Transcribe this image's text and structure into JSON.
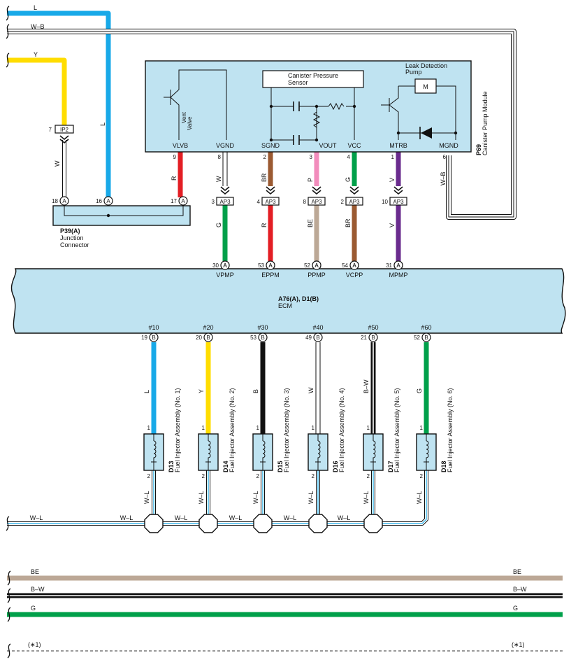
{
  "colors": {
    "L": "#18a9e8",
    "Y": "#ffdd00",
    "R": "#e31e24",
    "BR": "#9b5a32",
    "P": "#f28cbc",
    "G": "#00a04a",
    "V": "#6a2c8e",
    "BE": "#bca896",
    "B": "#111111",
    "W": "#ffffff",
    "module_fill": "#bfe3f1"
  },
  "top_wires": {
    "l_label": "L",
    "wb_label": "W–B",
    "y_label": "Y"
  },
  "connector_ip2": {
    "pin": "7",
    "name": "IP2",
    "wire": "W"
  },
  "junction": {
    "code": "P39(A)",
    "name_line1": "Junction",
    "name_line2": "Connector",
    "pins": [
      {
        "num": "18",
        "letter": "A"
      },
      {
        "num": "16",
        "letter": "A"
      },
      {
        "num": "17",
        "letter": "A"
      }
    ],
    "vert_label": "L"
  },
  "pump_module": {
    "code": "P69",
    "name": "Canister Pump Module",
    "sensor_line1": "Canister Pressure",
    "sensor_line2": "Sensor",
    "pump_line1": "Leak Detection",
    "pump_line2": "Pump",
    "vent_line1": "Vent",
    "vent_line2": "Valve",
    "motor": "M",
    "terminals": [
      "VLVB",
      "VGND",
      "SGND",
      "VOUT",
      "VCC",
      "MTRB",
      "MGND"
    ],
    "pins": [
      "9",
      "8",
      "2",
      "3",
      "4",
      "1",
      "6"
    ],
    "wires": [
      "R",
      "W",
      "BR",
      "P",
      "G",
      "V",
      "W–B"
    ]
  },
  "ap3": {
    "name": "AP3",
    "pins": [
      "3",
      "4",
      "8",
      "2",
      "10"
    ],
    "wires_below": [
      "G",
      "R",
      "BE",
      "BR",
      "V"
    ]
  },
  "ecm": {
    "code": "A76(A), D1(B)",
    "name": "ECM",
    "top_pins": [
      {
        "num": "30",
        "letter": "A",
        "label": "VPMP"
      },
      {
        "num": "53",
        "letter": "A",
        "label": "EPPM"
      },
      {
        "num": "52",
        "letter": "A",
        "label": "PPMP"
      },
      {
        "num": "54",
        "letter": "A",
        "label": "VCPP"
      },
      {
        "num": "31",
        "letter": "A",
        "label": "MPMP"
      }
    ],
    "bottom_pins": [
      {
        "num": "19",
        "letter": "B",
        "label": "#10"
      },
      {
        "num": "20",
        "letter": "B",
        "label": "#20"
      },
      {
        "num": "53",
        "letter": "B",
        "label": "#30"
      },
      {
        "num": "49",
        "letter": "B",
        "label": "#40"
      },
      {
        "num": "21",
        "letter": "B",
        "label": "#50"
      },
      {
        "num": "52",
        "letter": "B",
        "label": "#60"
      }
    ]
  },
  "injectors": [
    {
      "code": "D13",
      "name": "Fuel Injector Assembly (No. 1)",
      "wire": "L",
      "pin1": "1",
      "pin2": "2",
      "ground": "W–L"
    },
    {
      "code": "D14",
      "name": "Fuel Injector Assembly (No. 2)",
      "wire": "Y",
      "pin1": "1",
      "pin2": "2",
      "ground": "W–L"
    },
    {
      "code": "D15",
      "name": "Fuel Injector Assembly (No. 3)",
      "wire": "B",
      "pin1": "1",
      "pin2": "2",
      "ground": "W–L"
    },
    {
      "code": "D16",
      "name": "Fuel Injector Assembly (No. 4)",
      "wire": "W",
      "pin1": "1",
      "pin2": "2",
      "ground": "W–L"
    },
    {
      "code": "D17",
      "name": "Fuel Injector Assembly (No. 5)",
      "wire": "B–W",
      "pin1": "1",
      "pin2": "2",
      "ground": "W–L"
    },
    {
      "code": "D18",
      "name": "Fuel Injector Assembly (No. 6)",
      "wire": "G",
      "pin1": "1",
      "pin2": "2",
      "ground": "W–L"
    }
  ],
  "ground_bus": {
    "segments": [
      "W–L",
      "W–L",
      "W–L",
      "W–L",
      "W–L",
      "W–L"
    ]
  },
  "bottom_buses": [
    {
      "label_left": "BE",
      "label_right": "BE"
    },
    {
      "label_left": "B–W",
      "label_right": "B–W"
    },
    {
      "label_left": "G",
      "label_right": "G"
    },
    {
      "label_left": "(∗1)",
      "label_right": "(∗1)"
    }
  ]
}
